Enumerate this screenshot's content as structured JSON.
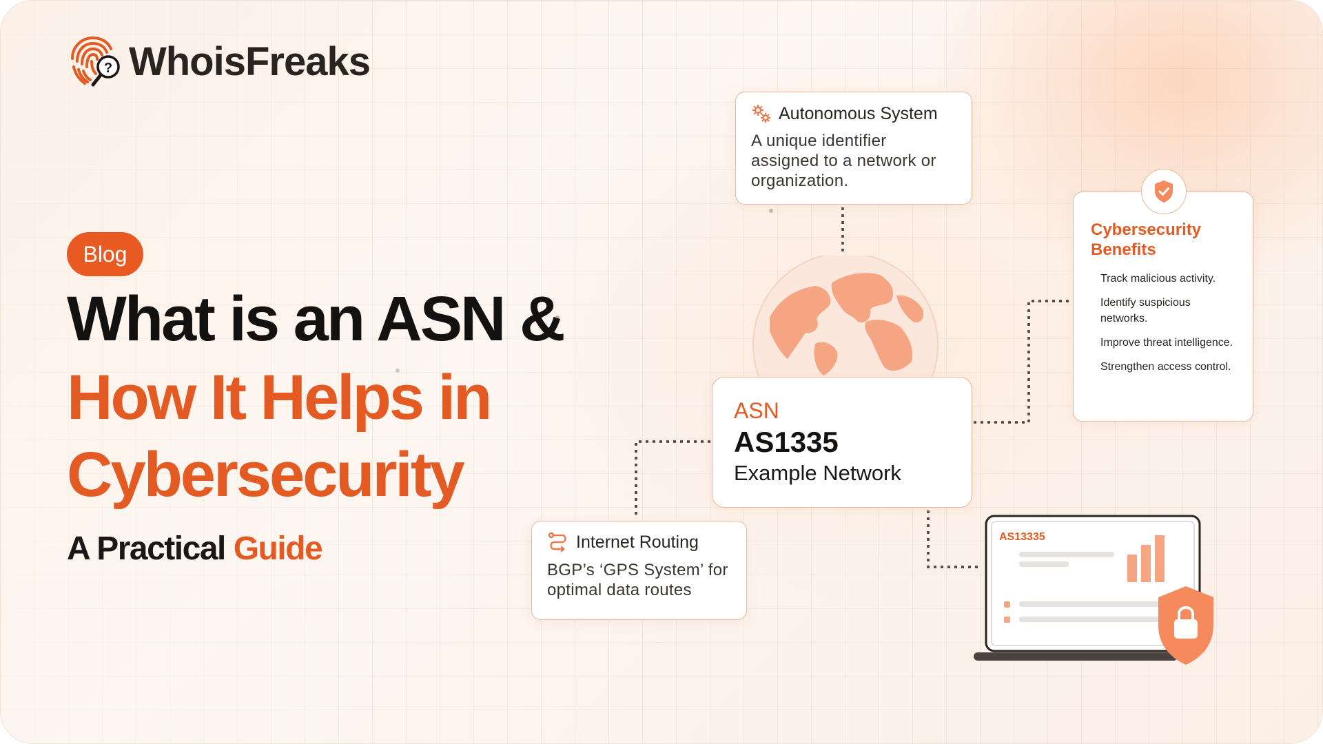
{
  "brand": {
    "name": "WhoisFreaks",
    "accent_color": "#e35a23",
    "icon": "fingerprint-search-icon"
  },
  "hero": {
    "badge": "Blog",
    "title_line1": "What is an ASN &",
    "title_line2": "How It Helps in",
    "title_line3": "Cybersecurity",
    "subtitle_part1": "A Practical",
    "subtitle_part2": "Guide"
  },
  "autonomous_system_card": {
    "icon": "gears-icon",
    "title": "Autonomous System",
    "body": "A unique identifier assigned to a network or organization."
  },
  "cybersecurity_card": {
    "icon": "shield-check-icon",
    "title": "Cybersecurity Benefits",
    "items": [
      "Track malicious activity.",
      "Identify suspicious networks.",
      "Improve threat intelligence.",
      "Strengthen access control."
    ]
  },
  "asn_card": {
    "label": "ASN",
    "number": "AS1335",
    "name": "Example Network"
  },
  "routing_card": {
    "icon": "route-icon",
    "title": "Internet Routing",
    "body": "BGP’s ‘GPS System’ for optimal data routes"
  },
  "laptop": {
    "screen_label": "AS13335",
    "icon": "padlock-shield-icon"
  }
}
